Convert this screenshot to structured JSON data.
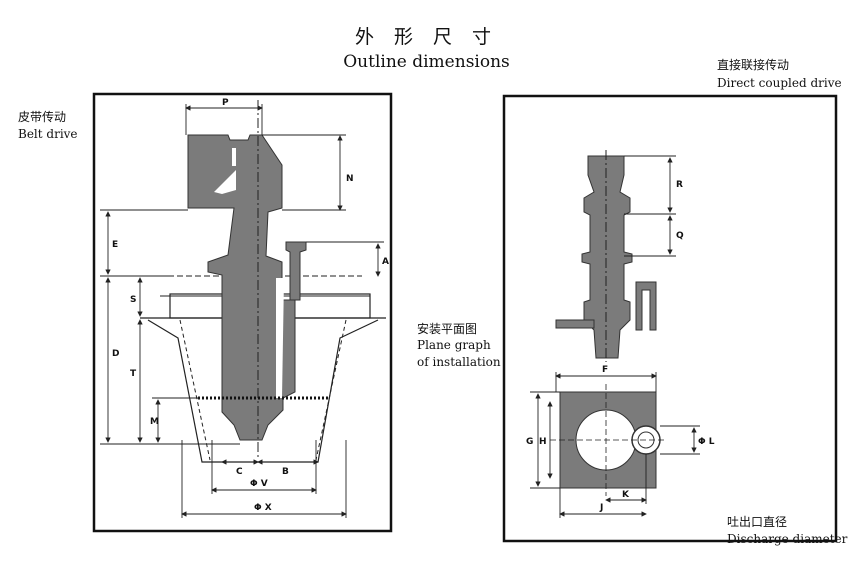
{
  "title": {
    "cn": "外 形 尺 寸",
    "en": "Outline dimensions"
  },
  "belt_drive": {
    "cn": "皮带传动",
    "en": "Belt drive"
  },
  "direct_drive": {
    "cn": "直接联接传动",
    "en": "Direct coupled drive"
  },
  "installation": {
    "cn": "安装平面图",
    "en_line1": "Plane graph",
    "en_line2": "of installation"
  },
  "discharge": {
    "cn": "吐出口直径",
    "en": "Discharge diameter"
  },
  "dims": {
    "P": "P",
    "N": "N",
    "E": "E",
    "A": "A",
    "S": "S",
    "D": "D",
    "T": "T",
    "M": "M",
    "C": "C",
    "B": "B",
    "V": "Φ V",
    "X": "Φ X",
    "R": "R",
    "Q": "Q",
    "F": "F",
    "G": "G",
    "H": "H",
    "L": "Φ L",
    "K": "K",
    "J": "J"
  },
  "colors": {
    "pump_body": "#7b7b7b",
    "frame": "#111111",
    "line": "#222222"
  }
}
